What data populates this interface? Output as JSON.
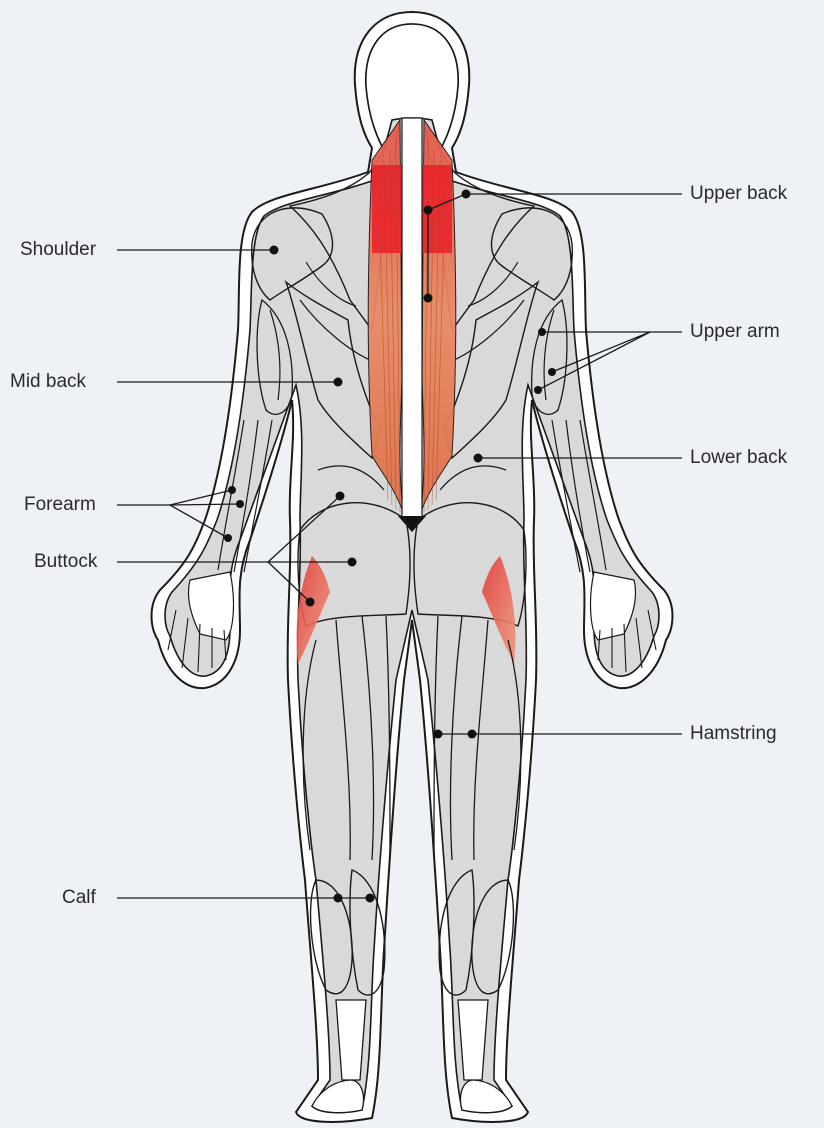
{
  "labels": {
    "shoulder": "Shoulder",
    "mid_back": "Mid back",
    "forearm": "Forearm",
    "buttock": "Buttock",
    "calf": "Calf",
    "upper_back": "Upper back",
    "upper_arm": "Upper arm",
    "lower_back": "Lower back",
    "hamstring": "Hamstring"
  },
  "colors": {
    "background": "#EEF2F7",
    "body_fill": "#D9D9D9",
    "outline": "#1a1a1a",
    "muscle_red": "#E8272A",
    "muscle_orange": "#E8875A"
  }
}
